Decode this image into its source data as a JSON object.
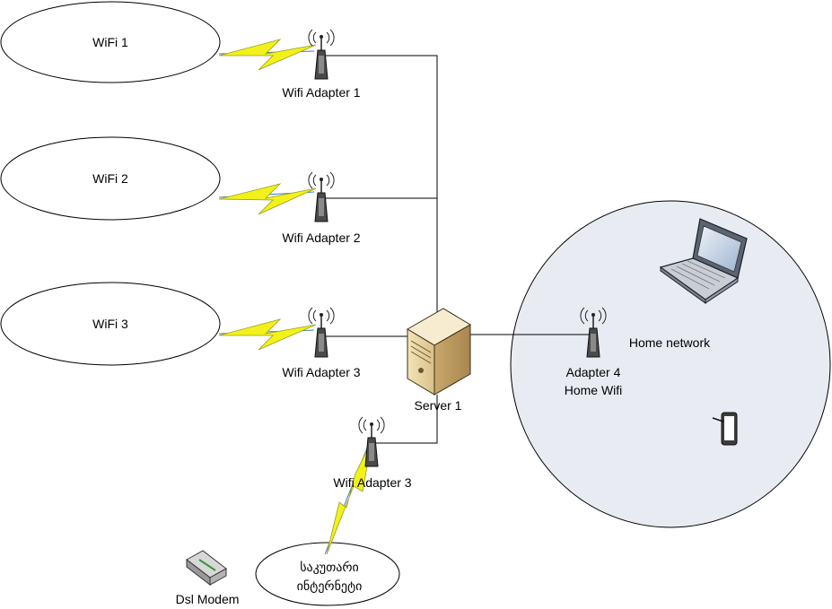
{
  "networks": [
    {
      "label": "WiFi 1"
    },
    {
      "label": "WiFi 2"
    },
    {
      "label": "WiFi 3"
    }
  ],
  "adapters": [
    {
      "label": "Wifi Adapter 1"
    },
    {
      "label": "Wifi Adapter 2"
    },
    {
      "label": "Wifi Adapter 3"
    },
    {
      "label": "Wifi Adapter 3"
    }
  ],
  "server": {
    "label": "Server 1"
  },
  "home": {
    "network_label": "Home network",
    "adapter_line1": "Adapter 4",
    "adapter_line2": "Home Wifi"
  },
  "modem": {
    "label": "Dsl Modem"
  },
  "own_internet": {
    "line1": "საკუთარი",
    "line2": "ინტერნეტი"
  },
  "colors": {
    "lightning": "#f2f21a",
    "signal_line": "#3a7fc0",
    "home_fill": "#e8ecf2"
  }
}
